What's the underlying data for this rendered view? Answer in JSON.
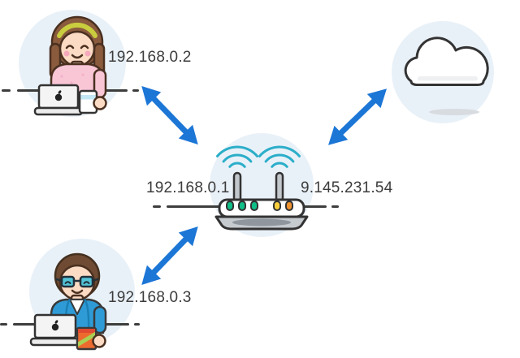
{
  "diagram": {
    "devices": [
      {
        "name": "user-device-1",
        "icon": "woman-at-laptop-icon",
        "ip": "192.168.0.2"
      },
      {
        "name": "user-device-2",
        "icon": "man-at-laptop-icon",
        "ip": "192.168.0.3"
      }
    ],
    "router": {
      "icon": "wifi-router-icon",
      "lan_ip": "192.168.0.1",
      "wan_ip": "9.145.231.54",
      "leds": [
        "green",
        "green",
        "green",
        "yellow",
        "orange"
      ]
    },
    "internet": {
      "icon": "cloud-icon"
    },
    "connections": [
      {
        "from": "user-device-1",
        "to": "router",
        "style": "double-headed-arrow"
      },
      {
        "from": "router",
        "to": "internet",
        "style": "double-headed-arrow"
      },
      {
        "from": "user-device-2",
        "to": "router",
        "style": "double-headed-arrow"
      }
    ],
    "colors": {
      "arrow": "#1C76D6",
      "wifi_waves": "#2BAEC9",
      "node_circle_bg": "#E9F1F8",
      "led_green": "#10BE87",
      "led_yellow": "#F8CE3C",
      "led_orange": "#F0922E",
      "outline": "#3A3A3A"
    }
  }
}
